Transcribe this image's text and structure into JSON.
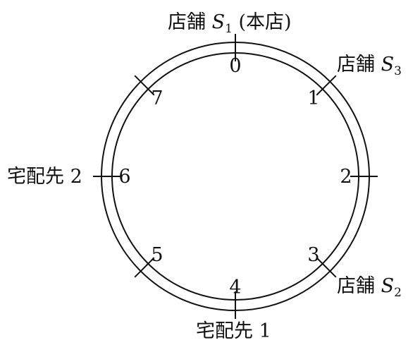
{
  "diagram": {
    "positions": [
      "0",
      "1",
      "2",
      "3",
      "4",
      "5",
      "6",
      "7"
    ],
    "labels": {
      "top": {
        "prefix": "店舗 ",
        "var": "S",
        "sub": "1",
        "suffix": " (本店)"
      },
      "top_right": {
        "prefix": "店舗 ",
        "var": "S",
        "sub": "3"
      },
      "bottom_right": {
        "prefix": "店舗 ",
        "var": "S",
        "sub": "2"
      },
      "left": {
        "text": "宅配先 2"
      },
      "bottom": {
        "text": "宅配先 1"
      }
    },
    "colors": {
      "stroke": "#111111",
      "text": "#111111"
    }
  }
}
